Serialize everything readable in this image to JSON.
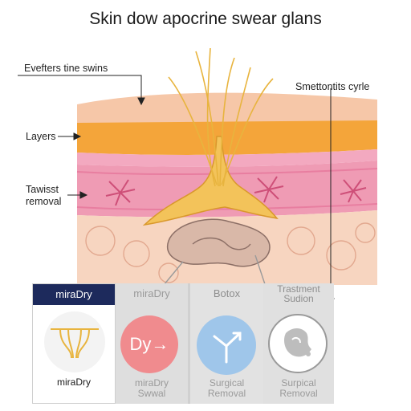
{
  "title": "Skin dow apocrine swear glans",
  "callouts": {
    "top_left": "Evefters tine swins",
    "layers": "Layers",
    "removal_line1": "Tawisst",
    "removal_line2": "removal",
    "right": "Smettontits cyrle"
  },
  "cards": [
    {
      "tab": "miraDry",
      "footer": "miraDry",
      "icon": "sweat-gland-icon"
    },
    {
      "tab": "miraDry",
      "badge_text": "Dy→",
      "footer_line1": "miraDry",
      "footer_line2": "Swwal",
      "icon": "dy-arrow-icon"
    },
    {
      "tab": "Botox",
      "footer_line1": "Surgical",
      "footer_line2": "Removal",
      "icon": "branch-arrow-icon"
    },
    {
      "tab_line1": "Trastment",
      "tab_line2": "Sudion",
      "footer_line1": "Surpical",
      "footer_line2": "Removal",
      "icon": "underarm-icon"
    }
  ],
  "colors": {
    "epidermis": "#f6c7a8",
    "fat_layer": "#f4a53a",
    "dermis": "#ef9bb4",
    "hypodermis": "#f7d5c0",
    "gland_duct": "#f3c35a",
    "navy_tab": "#1d2a5c",
    "dy_badge": "#f08b8e",
    "branch_badge": "#9fc6ea"
  }
}
